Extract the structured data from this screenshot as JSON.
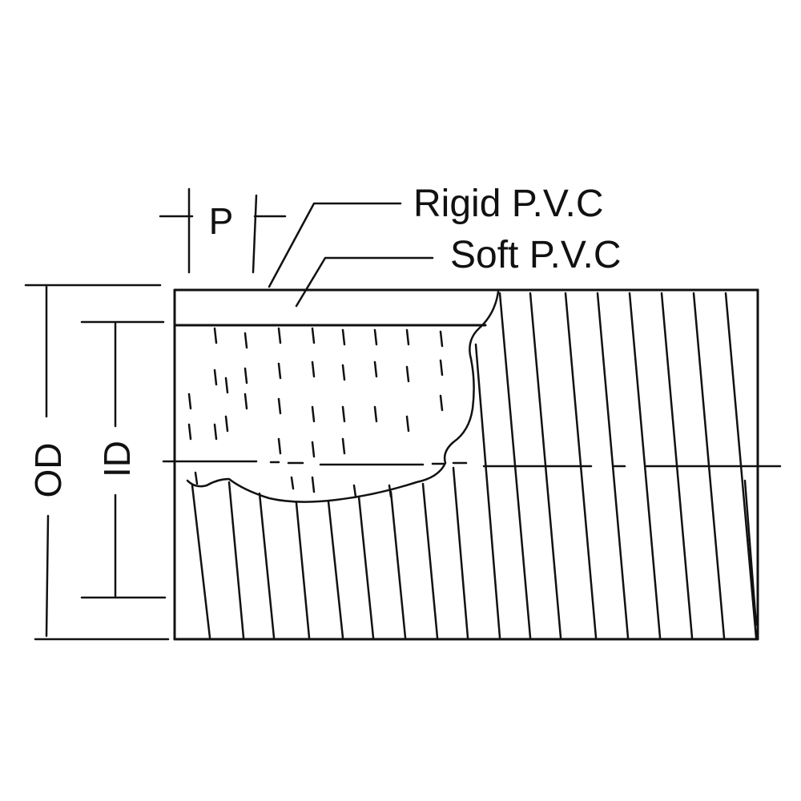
{
  "labels": {
    "rigid": "Rigid P.V.C",
    "soft": "Soft P.V.C",
    "pitch": "P",
    "outer_diameter": "OD",
    "inner_diameter": "ID"
  },
  "colors": {
    "line": "#111111",
    "background": "#ffffff"
  }
}
